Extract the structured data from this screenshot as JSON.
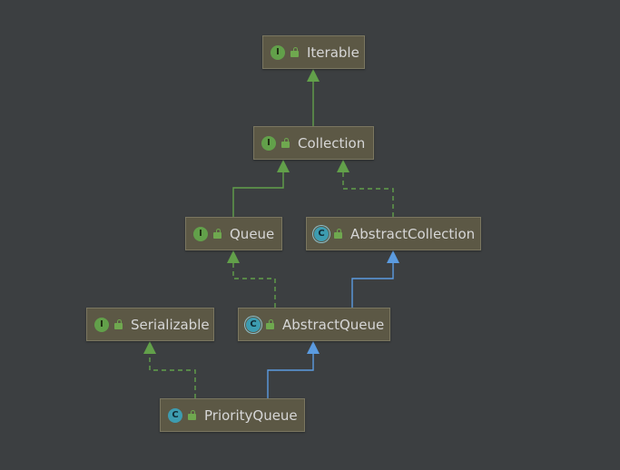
{
  "diagram": {
    "nodes": {
      "iterable": {
        "name": "Iterable",
        "kind": "interface",
        "badge": "I"
      },
      "collection": {
        "name": "Collection",
        "kind": "interface",
        "badge": "I"
      },
      "queue": {
        "name": "Queue",
        "kind": "interface",
        "badge": "I"
      },
      "abstract_collection": {
        "name": "AbstractCollection",
        "kind": "abstract-class",
        "badge": "C"
      },
      "serializable": {
        "name": "Serializable",
        "kind": "interface",
        "badge": "I"
      },
      "abstract_queue": {
        "name": "AbstractQueue",
        "kind": "abstract-class",
        "badge": "C"
      },
      "priority_queue": {
        "name": "PriorityQueue",
        "kind": "class",
        "badge": "C"
      }
    },
    "edges": [
      {
        "from": "Collection",
        "to": "Iterable",
        "type": "extends"
      },
      {
        "from": "Queue",
        "to": "Collection",
        "type": "extends"
      },
      {
        "from": "AbstractCollection",
        "to": "Collection",
        "type": "implements"
      },
      {
        "from": "AbstractQueue",
        "to": "Queue",
        "type": "implements"
      },
      {
        "from": "AbstractQueue",
        "to": "AbstractCollection",
        "type": "extends"
      },
      {
        "from": "PriorityQueue",
        "to": "Serializable",
        "type": "implements"
      },
      {
        "from": "PriorityQueue",
        "to": "AbstractQueue",
        "type": "extends"
      }
    ],
    "colors": {
      "background": "#3c3f41",
      "node_fill": "#5c5845",
      "node_border": "#7a7660",
      "interface_inheritance": "#62a04a",
      "class_inheritance": "#5b9be0",
      "interface_badge": "#62a04a",
      "class_badge": "#3d9cb0"
    }
  }
}
